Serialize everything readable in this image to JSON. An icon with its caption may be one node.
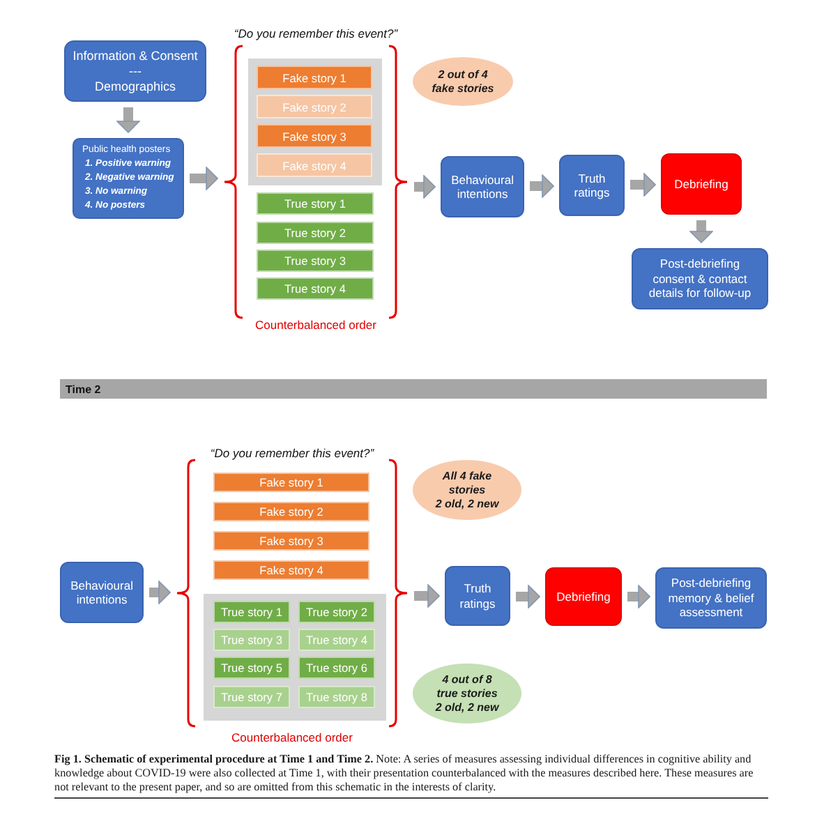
{
  "diagram": {
    "caption": "**Fig 1. Schematic of experimental procedure at Time 1 and Time 2.** Note: A series of measures assessing individual differences in cognitive ability and knowledge about COVID-19 were also collected at Time 1, with their presentation counterbalanced with the measures described here. These measures are not relevant to the present paper, and so are omitted from this schematic in the interests of clarity.",
    "nodes": [
      {
        "text": [
          "Information & Consent",
          "---",
          "Demographics"
        ]
      },
      {
        "text": [
          "Public health posters",
          "1. Positive warning",
          "2. Negative warning",
          "3. No warning",
          "4. No posters"
        ]
      },
      {
        "text": [
          "“Do you remember this event?”",
          "Counterbalanced order"
        ]
      },
      {
        "text": [],
        "shape": "box",
        "in": 2
      },
      {
        "text": [
          "Fake story 1"
        ],
        "in": 3
      },
      {
        "text": [
          "Fake story 2"
        ],
        "in": 3
      },
      {
        "text": [
          "Fake story 3"
        ],
        "in": 3
      },
      {
        "text": [
          "Fake story 4"
        ],
        "in": 3
      },
      {
        "text": [
          "True story 1"
        ],
        "in": 2
      },
      {
        "text": [
          "True story 2"
        ],
        "in": 2
      },
      {
        "text": [
          "True story 3"
        ],
        "in": 2
      },
      {
        "text": [
          "True story 4"
        ],
        "in": 2
      },
      {
        "text": [
          "2 out of 4 fake stories"
        ]
      },
      {
        "text": [
          "Behavioural intentions"
        ]
      },
      {
        "text": [
          "Truth ratings"
        ]
      },
      {
        "text": [
          "Debriefing"
        ]
      },
      {
        "text": [
          "Post-debriefing consent & contact details for follow-up"
        ]
      },
      {
        "text": [
          "Time 2"
        ]
      },
      {
        "text": [
          "Behavioural intentions"
        ]
      },
      {
        "text": [
          "“Do you remember this event?”",
          "Counterbalanced order"
        ]
      },
      {
        "text": [
          "Fake story 1"
        ],
        "in": 19
      },
      {
        "text": [
          "Fake story 2"
        ],
        "in": 19
      },
      {
        "text": [
          "Fake story 3"
        ],
        "in": 19
      },
      {
        "text": [
          "Fake story 4"
        ],
        "in": 19
      },
      {
        "text": [],
        "shape": "box",
        "in": 19
      },
      {
        "text": [
          "True story 1"
        ],
        "in": 24
      },
      {
        "text": [
          "True story 2"
        ],
        "in": 24
      },
      {
        "text": [
          "True story 3"
        ],
        "in": 24
      },
      {
        "text": [
          "True story 4"
        ],
        "in": 24
      },
      {
        "text": [
          "True story 5"
        ],
        "in": 24
      },
      {
        "text": [
          "True story 6"
        ],
        "in": 24
      },
      {
        "text": [
          "True story 7"
        ],
        "in": 24
      },
      {
        "text": [
          "True story 8"
        ],
        "in": 24
      },
      {
        "text": [
          "All 4 fake stories",
          "2 old, 2 new"
        ]
      },
      {
        "text": [
          "4 out of 8 true stories",
          "2 old, 2 new"
        ]
      },
      {
        "text": [
          "Truth ratings"
        ]
      },
      {
        "text": [
          "Debriefing"
        ]
      },
      {
        "text": [
          "Post-debriefing memory & belief assessment"
        ]
      }
    ],
    "edges": [
      {
        "from": 0,
        "to": 1,
        "arrow": "to"
      },
      {
        "from": 1,
        "to": 2,
        "arrow": "to"
      },
      {
        "from": 2,
        "to": 13,
        "arrow": "to"
      },
      {
        "from": 13,
        "to": 14,
        "arrow": "to"
      },
      {
        "from": 14,
        "to": 15,
        "arrow": "to"
      },
      {
        "from": 15,
        "to": 16,
        "arrow": "to"
      },
      {
        "from": 18,
        "to": 19,
        "arrow": "to"
      },
      {
        "from": 19,
        "to": 35,
        "arrow": "to"
      },
      {
        "from": 35,
        "to": 36,
        "arrow": "to"
      },
      {
        "from": 36,
        "to": 37,
        "arrow": "to"
      }
    ]
  }
}
